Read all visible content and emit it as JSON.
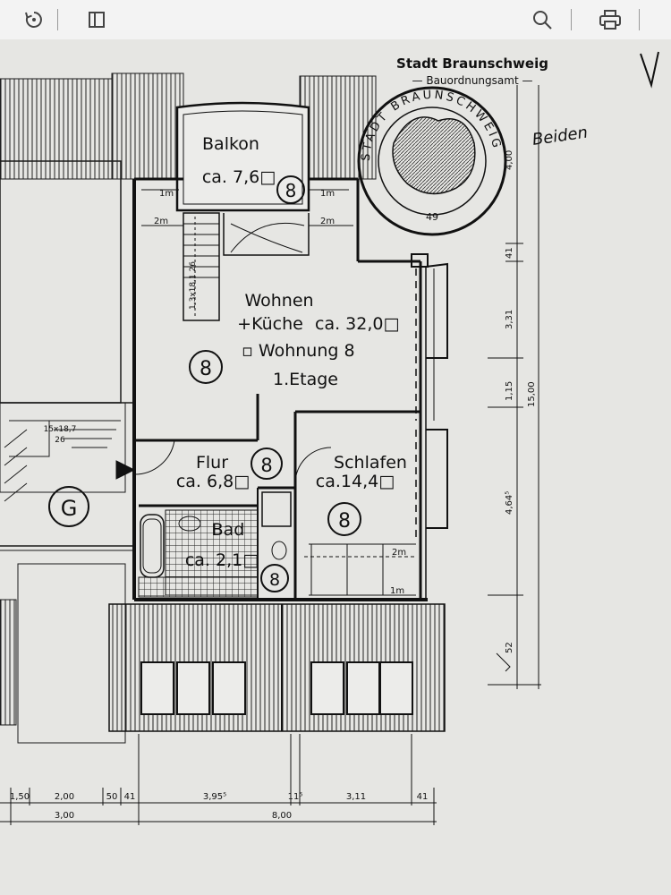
{
  "toolbar": {
    "rotate_icon": "rotate-icon",
    "page_view_icon": "page-view-icon",
    "search_icon": "search-icon",
    "print_icon": "print-icon"
  },
  "plan": {
    "stamp": {
      "header_line1": "Stadt Braunschweig",
      "header_line2": "— Bauordnungsamt —",
      "ring_text": "STADT BRAUNSCHWEIG",
      "number": "49"
    },
    "rooms": {
      "balkon_name": "Balkon",
      "balkon_area": "ca. 7,6□",
      "wohnen_name1": "Wohnen",
      "wohnen_name2": "+Küche",
      "wohnen_area": "ca. 32,0□",
      "wohnung": "▫ Wohnung 8",
      "etage": "1.Etage",
      "flur_name": "Flur",
      "flur_area": "ca. 6,8□",
      "schlafen_name": "Schlafen",
      "schlafen_area": "ca.14,4□",
      "bad_name": "Bad",
      "bad_area": "ca. 2,1□",
      "marker_g": "G",
      "room_number": "8"
    },
    "height_marks": {
      "balkon_left": "1m",
      "balkon_right": "1m",
      "wohnen_left": "2m",
      "wohnen_right": "2m",
      "schlafen_top": "2m",
      "schlafen_bottom": "1m"
    },
    "stairs": {
      "upper": "1,3x18,1 26",
      "lower_1": "15x18,7",
      "lower_2": "26"
    },
    "dims_right": {
      "d1": "4,00",
      "d2": "41",
      "d3": "3,31",
      "d4": "1,15",
      "d5": "15,00",
      "d6": "4,64⁵",
      "d7": "52"
    },
    "dims_bottom": {
      "a1": "1,50",
      "a2": "2,00",
      "a3": "50",
      "a4": "41",
      "a5": "3,95⁵",
      "a6": "11⁵",
      "a7": "3,11",
      "a8": "41",
      "b1": "3,00",
      "b2": "8,00"
    },
    "signature": "Beiden"
  }
}
